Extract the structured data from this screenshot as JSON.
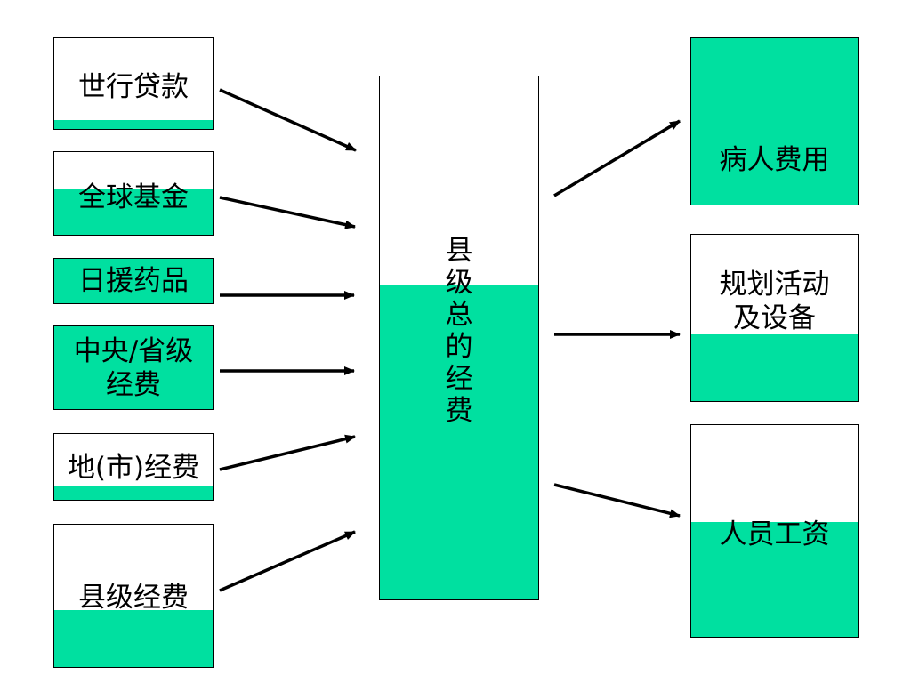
{
  "sources": [
    {
      "label": "世行贷款",
      "fill_fraction": 0.1
    },
    {
      "label": "全球基金",
      "fill_fraction": 0.55
    },
    {
      "label": "日援药品",
      "fill_fraction": 1.0
    },
    {
      "label": "中央/省级\n经费",
      "fill_fraction": 1.0
    },
    {
      "label": "地(市)经费",
      "fill_fraction": 0.2
    },
    {
      "label": "县级经费",
      "fill_fraction": 0.4
    }
  ],
  "center": {
    "chars": [
      "县",
      "级",
      "总",
      "的",
      "经",
      "费"
    ],
    "fill_fraction": 0.6
  },
  "uses": [
    {
      "label": "病人费用",
      "fill_fraction": 1.0
    },
    {
      "label": "规划活动\n及设备",
      "fill_fraction": 0.4
    },
    {
      "label": "人员工资",
      "fill_fraction": 0.54
    }
  ],
  "colors": {
    "fill": "#00e0a0",
    "border": "#000000",
    "arrow": "#000000"
  }
}
